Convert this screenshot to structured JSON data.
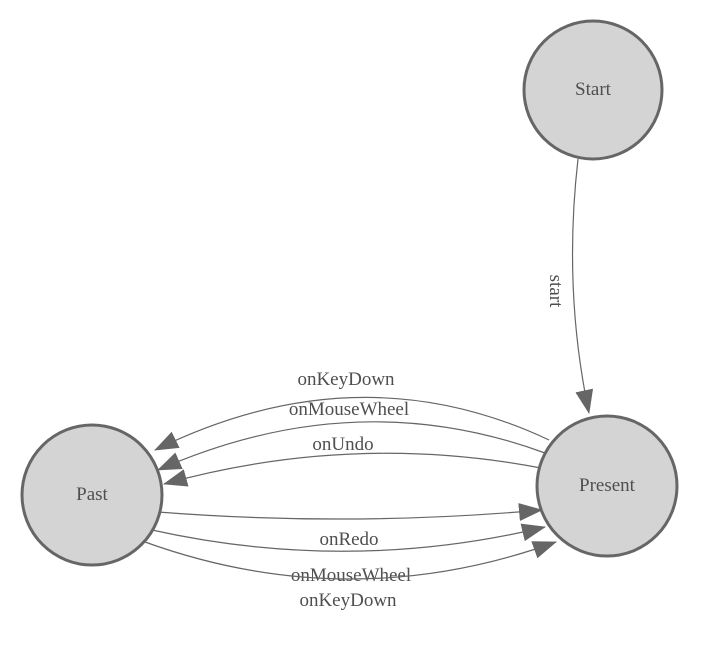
{
  "diagram": {
    "type": "state-machine",
    "colors": {
      "background": "#ffffff",
      "node_fill": "#d4d4d4",
      "node_border": "#666666",
      "edge_line": "#666666",
      "arrowhead": "#666666",
      "text": "#4f4f4f"
    },
    "nodes": [
      {
        "id": "start",
        "label": "Start"
      },
      {
        "id": "present",
        "label": "Present"
      },
      {
        "id": "past",
        "label": "Past"
      }
    ],
    "edges": [
      {
        "from": "Start",
        "to": "Present",
        "label": "start"
      },
      {
        "from": "Present",
        "to": "Past",
        "label": "onKeyDown"
      },
      {
        "from": "Present",
        "to": "Past",
        "label": "onMouseWheel"
      },
      {
        "from": "Present",
        "to": "Past",
        "label": "onUndo"
      },
      {
        "from": "Past",
        "to": "Present",
        "label": "onRedo"
      },
      {
        "from": "Past",
        "to": "Present",
        "label": "onMouseWheel"
      },
      {
        "from": "Past",
        "to": "Present",
        "label": "onKeyDown"
      }
    ]
  }
}
